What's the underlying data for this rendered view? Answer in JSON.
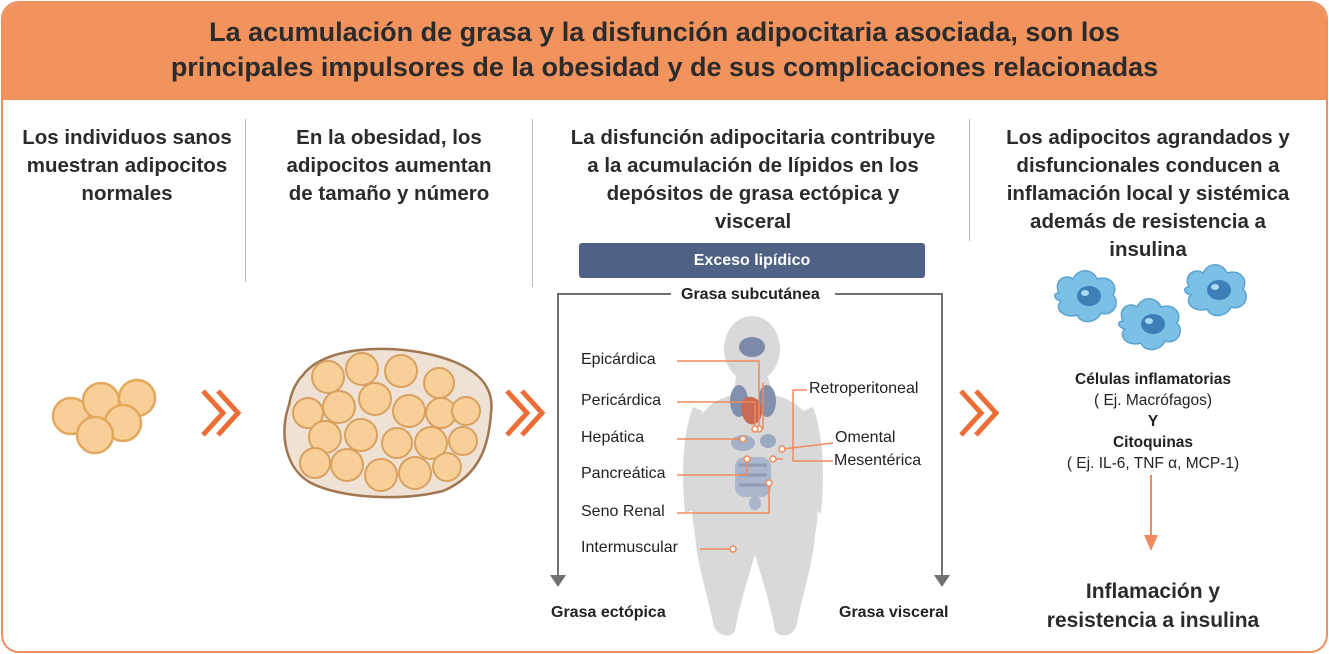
{
  "header": {
    "title_line1": "La acumulación de grasa y la disfunción adipocitaria asociada, son los",
    "title_line2": "principales impulsores de la obesidad y de sus complicaciones relacionadas"
  },
  "columns": [
    {
      "heading": [
        "Los individuos sanos",
        "muestran adipocitos",
        "normales"
      ]
    },
    {
      "heading": [
        "En la obesidad, los",
        "adipocitos aumentan",
        "de tamaño y número"
      ]
    },
    {
      "heading": [
        "La disfunción adipocitaria contribuye",
        "a la acumulación de lípidos en los",
        "depósitos de grasa ectópica y",
        "visceral"
      ]
    },
    {
      "heading": [
        "Los adipocitos agrandados y",
        "disfuncionales conducen a",
        "inflamación local y sistémica",
        "además de resistencia a",
        "insulina"
      ]
    }
  ],
  "lipid": {
    "badge": "Exceso lipídico",
    "subcutaneous": "Grasa subcutánea",
    "ectopic": "Grasa ectópica",
    "visceral": "Grasa visceral",
    "left_labels": [
      "Epicárdica",
      "Pericárdica",
      "Hepática",
      "Pancreática",
      "Seno Renal",
      "Intermuscular"
    ],
    "right_labels": [
      "Retroperitoneal",
      "Omental",
      "Mesentérica"
    ]
  },
  "inflammation": {
    "cells_title": "Células inflamatorias",
    "cells_example": "( Ej. Macrófagos)",
    "conjunction": "Y",
    "cytokines_title": "Citoquinas",
    "cytokines_example": "( Ej. IL-6, TNF α, MCP-1)",
    "result_line1": "Inflamación y",
    "result_line2": "resistencia a insulina"
  },
  "colors": {
    "accent": "#f2935e",
    "arrow": "#ec6d35",
    "badge": "#4f6185",
    "fat_fill": "#f8cf98",
    "fat_stroke": "#e4a85c",
    "connector": "#f08a5c",
    "body": "#d9d9d9",
    "macrophage": "#6fb7e0"
  }
}
